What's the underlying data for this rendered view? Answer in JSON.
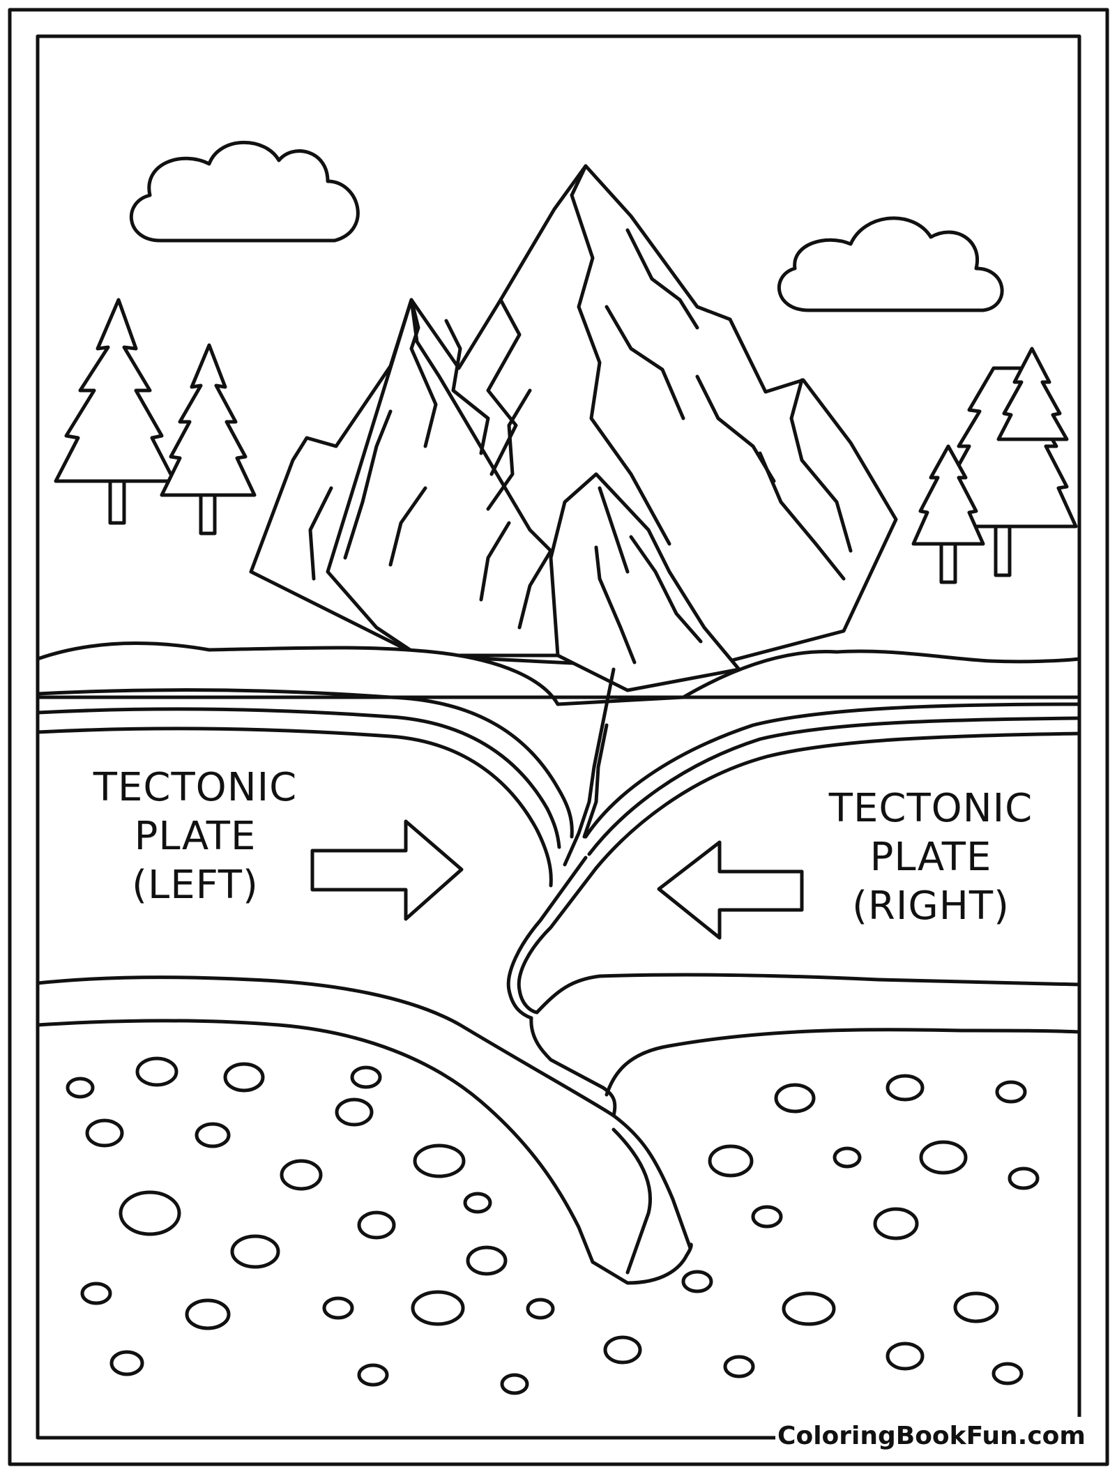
{
  "labels": {
    "left_plate": [
      "TECTONIC",
      "PLATE",
      "(LEFT)"
    ],
    "right_plate": [
      "TECTONIC",
      "PLATE",
      "(RIGHT)"
    ]
  },
  "watermark": "ColoringBookFun.com",
  "colors": {
    "ink": "#111111",
    "paper": "#ffffff"
  },
  "icons": {
    "left_arrow": "arrow-right-icon",
    "right_arrow": "arrow-left-icon"
  }
}
